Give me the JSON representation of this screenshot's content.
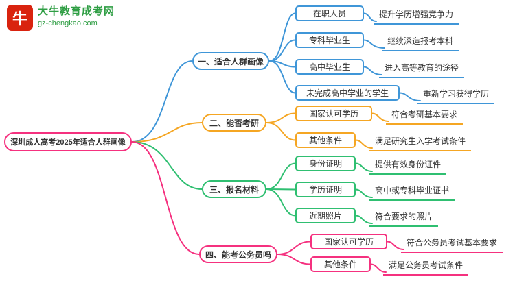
{
  "brand": {
    "name": "大牛教育成考网",
    "url": "gz-chengkao.com",
    "icon_glyph": "牛",
    "brand_color": "#2f9e44",
    "icon_color": "#d9230f"
  },
  "mindmap": {
    "root": {
      "label": "深圳成人高考2025年适合人群画像",
      "color": "#f5317f"
    },
    "branches": [
      {
        "label": "一、适合人群画像",
        "color": "#3f96d8",
        "children": [
          {
            "label": "在职人员",
            "detail": "提升学历增强竞争力"
          },
          {
            "label": "专科毕业生",
            "detail": "继续深造报考本科"
          },
          {
            "label": "高中毕业生",
            "detail": "进入高等教育的途径"
          },
          {
            "label": "未完成高中学业的学生",
            "detail": "重新学习获得学历"
          }
        ]
      },
      {
        "label": "二、能否考研",
        "color": "#f5a623",
        "children": [
          {
            "label": "国家认可学历",
            "detail": "符合考研基本要求"
          },
          {
            "label": "其他条件",
            "detail": "满足研究生入学考试条件"
          }
        ]
      },
      {
        "label": "三、报名材料",
        "color": "#2fbf71",
        "children": [
          {
            "label": "身份证明",
            "detail": "提供有效身份证件"
          },
          {
            "label": "学历证明",
            "detail": "高中或专科毕业证书"
          },
          {
            "label": "近期照片",
            "detail": "符合要求的照片"
          }
        ]
      },
      {
        "label": "四、能考公务员吗",
        "color": "#f5317f",
        "children": [
          {
            "label": "国家认可学历",
            "detail": "符合公务员考试基本要求"
          },
          {
            "label": "其他条件",
            "detail": "满足公务员考试条件"
          }
        ]
      }
    ]
  }
}
